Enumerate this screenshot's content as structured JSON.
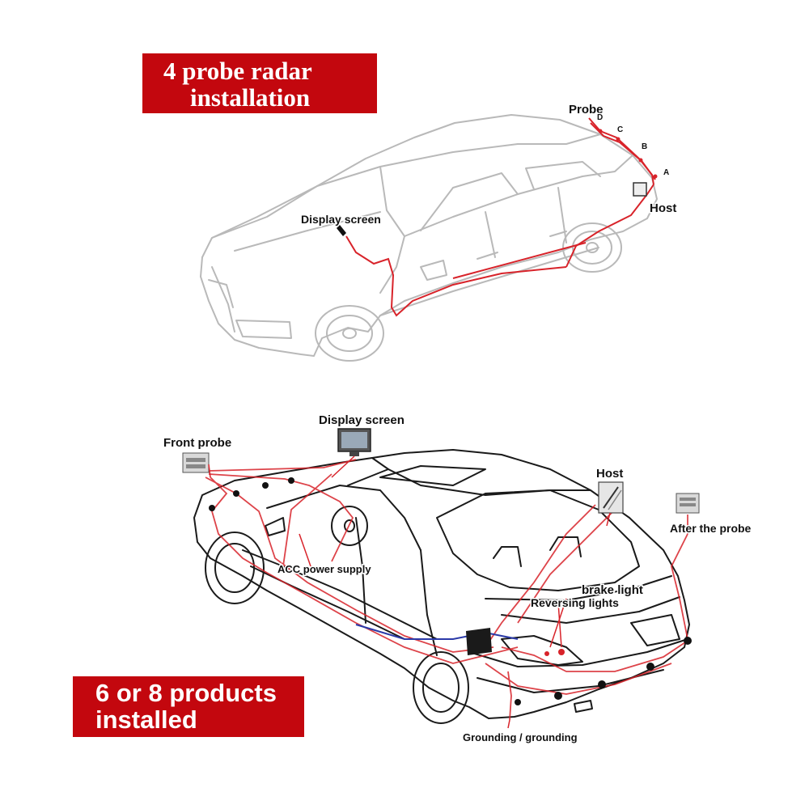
{
  "top_panel": {
    "banner": {
      "line1": "4 probe radar",
      "line2": "installation"
    },
    "labels": {
      "probe": "Probe",
      "d": "D",
      "c": "C",
      "b": "B",
      "a": "A",
      "host": "Host",
      "display_screen": "Display screen"
    }
  },
  "bottom_panel": {
    "banner": {
      "line1": "6 or 8 products",
      "line2": "installed"
    },
    "labels": {
      "front_probe": "Front probe",
      "display_screen": "Display screen",
      "host": "Host",
      "after_the_probe": "After the probe",
      "acc_power_supply": "ACC power supply",
      "brake_light": "brake light",
      "reversing_lights": "Reversing lights",
      "grounding": "Grounding / grounding"
    }
  },
  "colors": {
    "banner": "#c3070e",
    "wire": "#d8232a",
    "outline_light": "#b9b9b9",
    "outline_dark": "#1a1a1a"
  }
}
